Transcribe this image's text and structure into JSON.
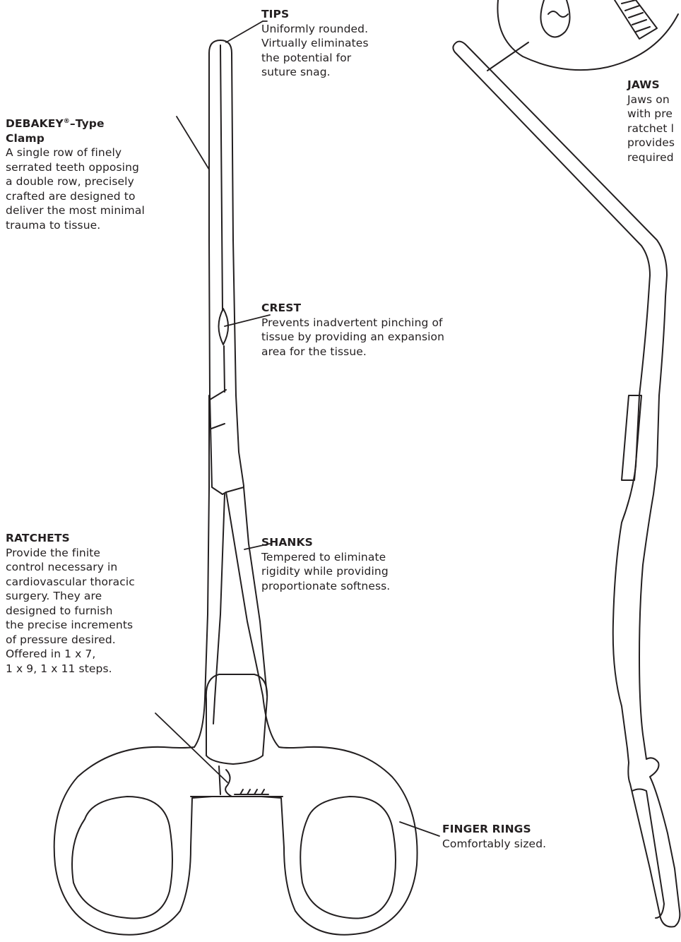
{
  "callouts": {
    "tips": {
      "title": "TIPS",
      "desc": "Uniformly rounded.\nVirtually eliminates\nthe potential for\nsuture snag."
    },
    "jaws": {
      "title": "JAWS",
      "desc": "Jaws on\nwith pre\nratchet l\nprovides\nrequired"
    },
    "debakey": {
      "title_main": "DEBAKEY",
      "title_sup": "®",
      "title_rest": "–Type\nClamp",
      "desc": "A single row of finely\nserrated teeth opposing\na double row, precisely\ncrafted are designed to\ndeliver the most minimal\ntrauma to tissue."
    },
    "crest": {
      "title": "CREST",
      "desc": "Prevents inadvertent pinching of\ntissue by providing an expansion\narea for the tissue."
    },
    "ratchets": {
      "title": "RATCHETS",
      "desc": "Provide the finite\ncontrol necessary in\ncardiovascular thoracic\nsurgery. They are\ndesigned to furnish\nthe precise increments\nof pressure desired.\nOffered in 1 x 7,\n1 x 9, 1 x 11 steps."
    },
    "shanks": {
      "title": "SHANKS",
      "desc": "Tempered to eliminate\nrigidity while providing\nproportionate softness."
    },
    "finger_rings": {
      "title": "FINGER RINGS",
      "desc": "Comfortably sized."
    }
  },
  "colors": {
    "line": "#231f20",
    "text": "#231f20",
    "background": "#ffffff"
  }
}
